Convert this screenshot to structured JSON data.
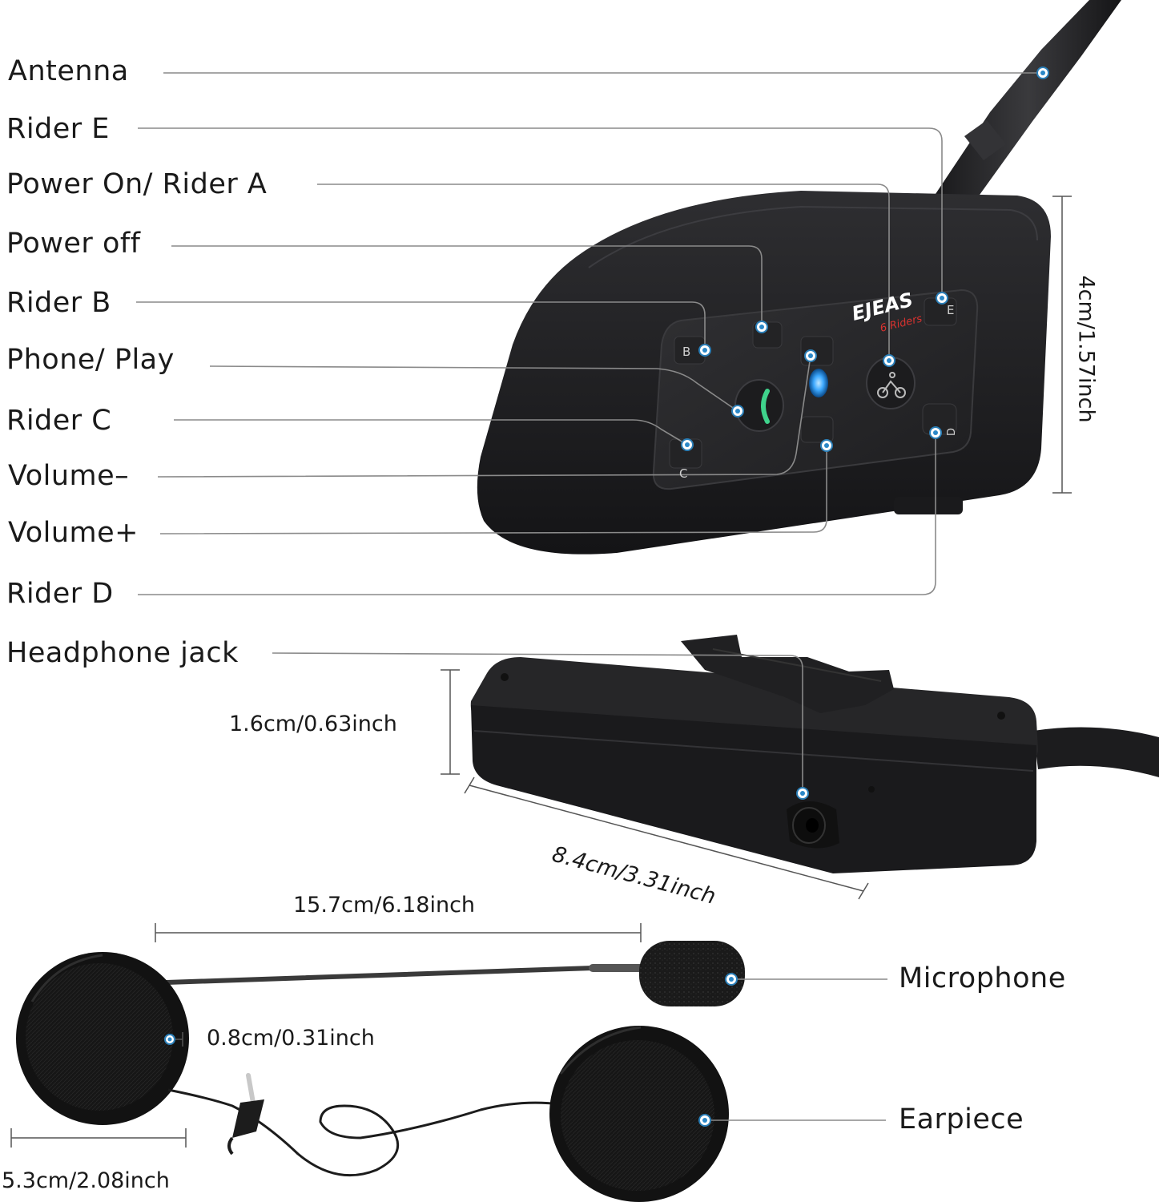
{
  "brand": {
    "logo": "EJEAS",
    "subtitle": "6 Riders"
  },
  "button_letters": {
    "b": "B",
    "c": "C",
    "d": "D",
    "e": "E"
  },
  "labels": {
    "antenna": "Antenna",
    "rider_e": "Rider E",
    "power_on_rider_a": "Power On/ Rider A",
    "power_off": "Power off",
    "rider_b": "Rider B",
    "phone_play": "Phone/ Play",
    "rider_c": "Rider C",
    "volume_minus": "Volume–",
    "volume_plus": "Volume+",
    "rider_d": "Rider D",
    "headphone_jack": "Headphone jack",
    "microphone": "Microphone",
    "earpiece": "Earpiece"
  },
  "dimensions": {
    "height": "4cm/1.57inch",
    "thickness": "1.6cm/0.63inch",
    "length": "8.4cm/3.31inch",
    "boom_length": "15.7cm/6.18inch",
    "earpiece_thickness": "0.8cm/0.31inch",
    "earpiece_diameter": "5.3cm/2.08inch"
  },
  "colors": {
    "device_body": "#1c1c1e",
    "panel": "#2a2a2c",
    "accent_dot": "#2b88c8",
    "led": "#3da9ff",
    "phone_icon": "#3fd38c",
    "brand_red": "#d8322f"
  }
}
